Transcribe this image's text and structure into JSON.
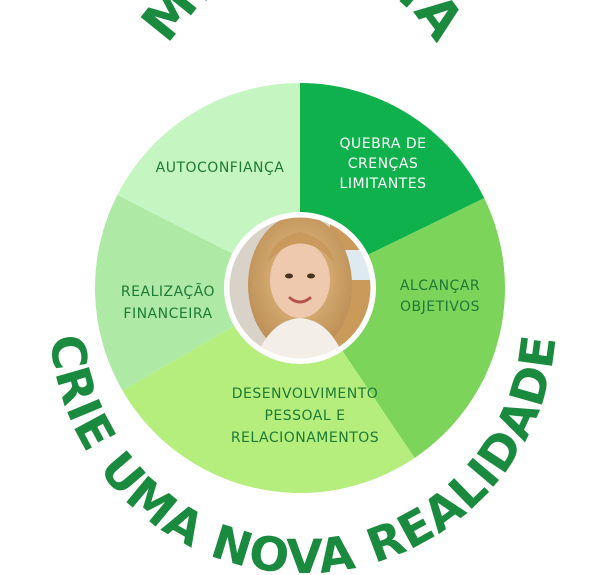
{
  "title_top": "MENTORIA",
  "title_bottom": "CRIE UMA NOVA REALIDADE",
  "colors": {
    "title": "#1a8a3e",
    "label": "#1e7a34",
    "label_on_dark": "#ffffff"
  },
  "segments": [
    {
      "id": "quebra",
      "lines": [
        "QUEBRA DE",
        "CRENÇAS",
        "LIMITANTES"
      ],
      "color": "#0fb14d"
    },
    {
      "id": "alcancar",
      "lines": [
        "ALCANÇAR",
        "OBJETIVOS"
      ],
      "color": "#7cd45a"
    },
    {
      "id": "desenvolvimento",
      "lines": [
        "DESENVOLVIMENTO",
        "PESSOAL E",
        "RELACIONAMENTOS"
      ],
      "color": "#b5ee7c"
    },
    {
      "id": "realizacao",
      "lines": [
        "REALIZAÇÃO",
        "FINANCEIRA"
      ],
      "color": "#aeeaa6"
    },
    {
      "id": "autoconfianca",
      "lines": [
        "AUTOCONFIANÇA"
      ],
      "color": "#c5f5c0"
    }
  ],
  "center_photo": {
    "icon": "woman-portrait-photo"
  }
}
